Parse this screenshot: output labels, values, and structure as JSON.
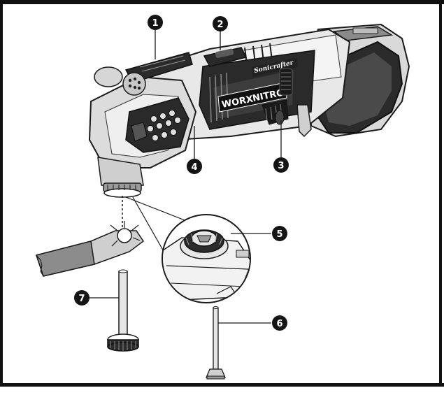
{
  "brand": {
    "worx": "WORX",
    "nitro": "NITRO",
    "model": "Sonicrafter"
  },
  "callouts": [
    {
      "number": "1"
    },
    {
      "number": "2"
    },
    {
      "number": "3"
    },
    {
      "number": "4"
    },
    {
      "number": "5"
    },
    {
      "number": "6"
    },
    {
      "number": "7"
    }
  ],
  "colors": {
    "ink": "#1a1a1a",
    "body_light": "#e6e6e6",
    "body_mid": "#9a9a9a",
    "body_dark": "#2b2b2b",
    "callout_fill": "#141414"
  }
}
